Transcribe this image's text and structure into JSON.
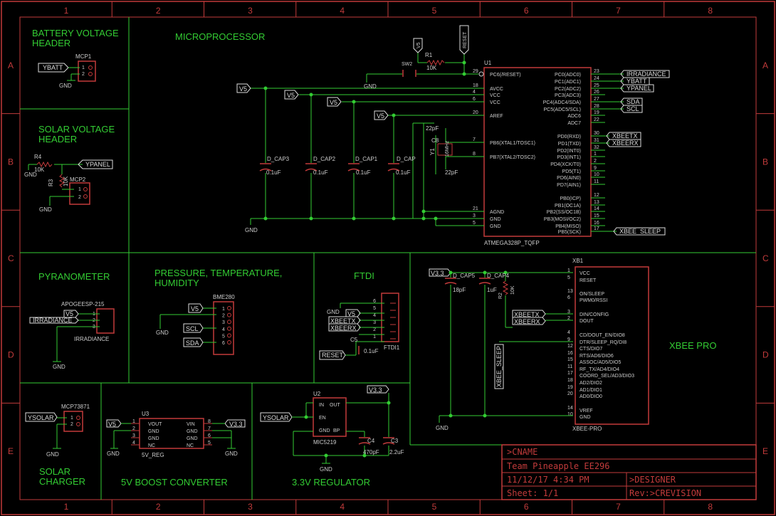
{
  "frame": {
    "columns": [
      "1",
      "2",
      "3",
      "4",
      "5",
      "6",
      "7",
      "8"
    ],
    "rows": [
      "A",
      "B",
      "C",
      "D",
      "E"
    ]
  },
  "sections": {
    "battery": "BATTERY VOLTAGE HEADER",
    "microprocessor": "MICROPROCESSOR",
    "solar_voltage": "SOLAR VOLTAGE HEADER",
    "pyranometer": "PYRANOMETER",
    "pth": "PRESSURE, TEMPERATURE, HUMIDITY",
    "ftdi": "FTDI",
    "xbee": "XBEE PRO",
    "solar_charger": "SOLAR CHARGER",
    "boost": "5V BOOST CONVERTER",
    "regulator": "3.3V REGULATOR"
  },
  "parts": {
    "mcp1": "MCP1",
    "mcp2": "MCP2",
    "r4": "R4",
    "r4_val": "10K",
    "r3": "R3",
    "r3_val": "10K",
    "r1": "R1",
    "r1_val": "10K",
    "u1": "U1",
    "u1_part": "ATMEGA328P_TQFP",
    "y1": "Y1",
    "crystal": "16MHz",
    "c8": "C8",
    "c22a": "22pF",
    "c22b": "22pF",
    "caps": [
      "D_CAP3",
      "D_CAP2",
      "D_CAP1",
      "D_CAP"
    ],
    "cap_val": "0.1uF",
    "reset_sw": "SW2",
    "pyr_name": "APOGEESP-215",
    "pyr_label": "IRRADIANCE",
    "bme": "BME280",
    "ftdi1": "FTDI1",
    "c5": "C5",
    "c5_val": "0.1uF",
    "xb1": "XB1",
    "xb_part": "XBEE-PRO",
    "dcap5": "D_CAP5",
    "dcap5_val": "18pF",
    "dcap4": "D_CAP4",
    "dcap4_val": "1uF",
    "r2": "R2",
    "r2_val": "10K",
    "mcp73871": "MCP73871",
    "u3": "U3",
    "u3_part": "5V_REG",
    "u2": "U2",
    "u2_part": "MIC5219",
    "c4": "C4",
    "c4_val": "470pF",
    "c3": "C3",
    "c3_val": "2.2uF"
  },
  "nets": {
    "ybatt": "YBATT",
    "ypanel": "YPANEL",
    "ysolar": "YSOLAR",
    "irradiance": "IRRADIANCE",
    "sda": "SDA",
    "scl": "SCL",
    "xbeetx": "XBEETX",
    "xbeerx": "XBEERX",
    "xbee_sleep": "XBEE_SLEEP",
    "reset": "RESET",
    "v5": "V5",
    "v33": "V3.3",
    "gnd": "GND"
  },
  "u1_left_pins": [
    {
      "num": "29",
      "name": "PC6(/RESET)"
    },
    {
      "num": "18",
      "name": "AVCC"
    },
    {
      "num": "4",
      "name": "VCC"
    },
    {
      "num": "6",
      "name": "VCC"
    },
    {
      "num": "20",
      "name": "AREF"
    },
    {
      "num": "7",
      "name": "PB6(XTAL1/TOSC1)"
    },
    {
      "num": "8",
      "name": "PB7(XTAL2/TOSC2)"
    },
    {
      "num": "21",
      "name": "AGND"
    },
    {
      "num": "3",
      "name": "GND"
    },
    {
      "num": "5",
      "name": "GND"
    }
  ],
  "u1_right_pins": [
    {
      "num": "23",
      "name": "PC0(ADC0)"
    },
    {
      "num": "24",
      "name": "PC1(ADC1)"
    },
    {
      "num": "25",
      "name": "PC2(ADC2)"
    },
    {
      "num": "26",
      "name": "PC3(ADC3)"
    },
    {
      "num": "27",
      "name": "PC4(ADC4/SDA)"
    },
    {
      "num": "28",
      "name": "PC5(ADC5/SCL)"
    },
    {
      "num": "19",
      "name": "ADC6"
    },
    {
      "num": "22",
      "name": "ADC7"
    },
    {
      "num": "30",
      "name": "PD0(RXD)"
    },
    {
      "num": "31",
      "name": "PD1(TXD)"
    },
    {
      "num": "32",
      "name": "PD2(INT0)"
    },
    {
      "num": "1",
      "name": "PD3(INT1)"
    },
    {
      "num": "2",
      "name": "PD4(XCK/T0)"
    },
    {
      "num": "9",
      "name": "PD5(T1)"
    },
    {
      "num": "10",
      "name": "PD6(AIN0)"
    },
    {
      "num": "11",
      "name": "PD7(AIN1)"
    },
    {
      "num": "12",
      "name": "PB0(ICP)"
    },
    {
      "num": "13",
      "name": "PB1(OC1A)"
    },
    {
      "num": "14",
      "name": "PB2(SS/OC1B)"
    },
    {
      "num": "15",
      "name": "PB3(MOSI/OC2)"
    },
    {
      "num": "16",
      "name": "PB4(MISO)"
    },
    {
      "num": "17",
      "name": "PB5(SCK)"
    }
  ],
  "xb_pins": [
    {
      "num": "1",
      "name": "VCC"
    },
    {
      "num": "5",
      "name": "RESET"
    },
    {
      "num": "13",
      "name": "ON/SLEEP"
    },
    {
      "num": "6",
      "name": "PWM0/RSSI"
    },
    {
      "num": "3",
      "name": "DIN/CONFIG"
    },
    {
      "num": "2",
      "name": "DOUT"
    },
    {
      "num": "4",
      "name": "CD/DOUT_EN/DIO8"
    },
    {
      "num": "9",
      "name": "DTR/SLEEP_RQ/DI8"
    },
    {
      "num": "12",
      "name": "CTS/DIO7"
    },
    {
      "num": "16",
      "name": "RTS/AD6/DIO6"
    },
    {
      "num": "15",
      "name": "ASSOC/AD5/DIO5"
    },
    {
      "num": "11",
      "name": "RF_TX/AD4/DIO4"
    },
    {
      "num": "17",
      "name": "COORD_SEL/AD3/DIO3"
    },
    {
      "num": "18",
      "name": "AD2/DIO2"
    },
    {
      "num": "19",
      "name": "AD1/DIO1"
    },
    {
      "num": "20",
      "name": "AD0/DIO0"
    },
    {
      "num": "14",
      "name": "VREF"
    },
    {
      "num": "10",
      "name": "GND"
    }
  ],
  "u3_left": [
    "VOUT",
    "GND",
    "GND",
    "NC"
  ],
  "u3_right": [
    "VIN",
    "GND",
    "GND",
    "NC"
  ],
  "u3_left_nums": [
    "1",
    "2",
    "3",
    "4"
  ],
  "u3_right_nums": [
    "8",
    "7",
    "6",
    "5"
  ],
  "u2_pins": {
    "in": "IN",
    "out": "OUT",
    "en": "EN",
    "gnd": "GND",
    "bp": "BP"
  },
  "title_block": {
    "cname": ">CNAME",
    "team": "Team Pineapple EE296",
    "date": "11/12/17 4:34 PM",
    "designer": ">DESIGNER",
    "sheet": "Sheet: 1/1",
    "rev": "Rev:>CREVISION"
  }
}
